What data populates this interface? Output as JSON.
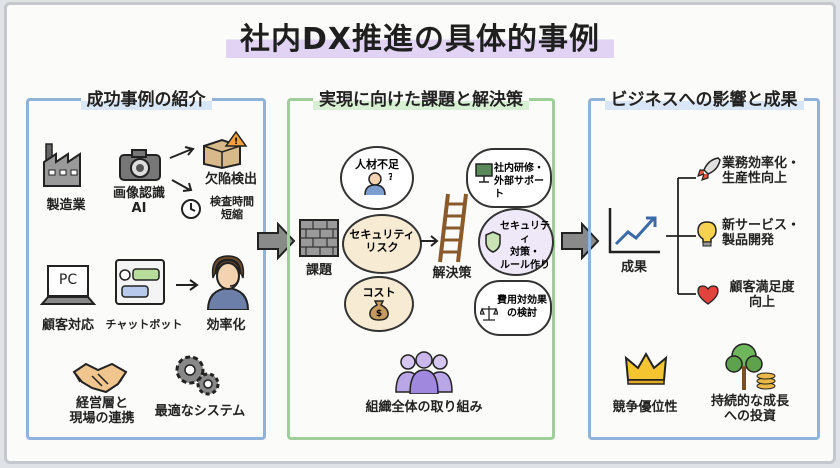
{
  "title": "社内DX推進の具体的事例",
  "panels": {
    "left": {
      "title": "成功事例の紹介",
      "manufacturing": "製造業",
      "image_ai": [
        "画像認識",
        "AI"
      ],
      "defect": "欠陥検出",
      "inspection": [
        "検査時間",
        "短縮"
      ],
      "pc_label": "PC",
      "customer": "顧客対応",
      "chatbot": "チャットボット",
      "efficiency": "効率化",
      "management": [
        "経営層と",
        "現場の連携"
      ],
      "system": "最適なシステム"
    },
    "middle": {
      "title": "実現に向けた課題と解決策",
      "issues": "課題",
      "talent": "人材不足",
      "security": [
        "セキュリティ",
        "リスク"
      ],
      "cost": "コスト",
      "solution": "解決策",
      "training": [
        "社内研修・",
        "外部サポート"
      ],
      "security_rules": [
        "セキュリティ",
        "対策・",
        "ルール作り"
      ],
      "cost_eval": [
        "費用対効果",
        "の検討"
      ],
      "org": "組織全体の取り組み"
    },
    "right": {
      "title": "ビジネスへの影響と成果",
      "results": "成果",
      "efficiency": [
        "業務効率化・",
        "生産性向上"
      ],
      "new_service": [
        "新サービス・",
        "製品開発"
      ],
      "satisfaction": [
        "顧客満足度",
        "向上"
      ],
      "competitive": "競争優位性",
      "growth": [
        "持続的な成長",
        "への投資"
      ]
    }
  },
  "colors": {
    "blue_frame": "#8fb3d9",
    "green_frame": "#9fce9a",
    "title_highlight": "#e1d3f3"
  }
}
